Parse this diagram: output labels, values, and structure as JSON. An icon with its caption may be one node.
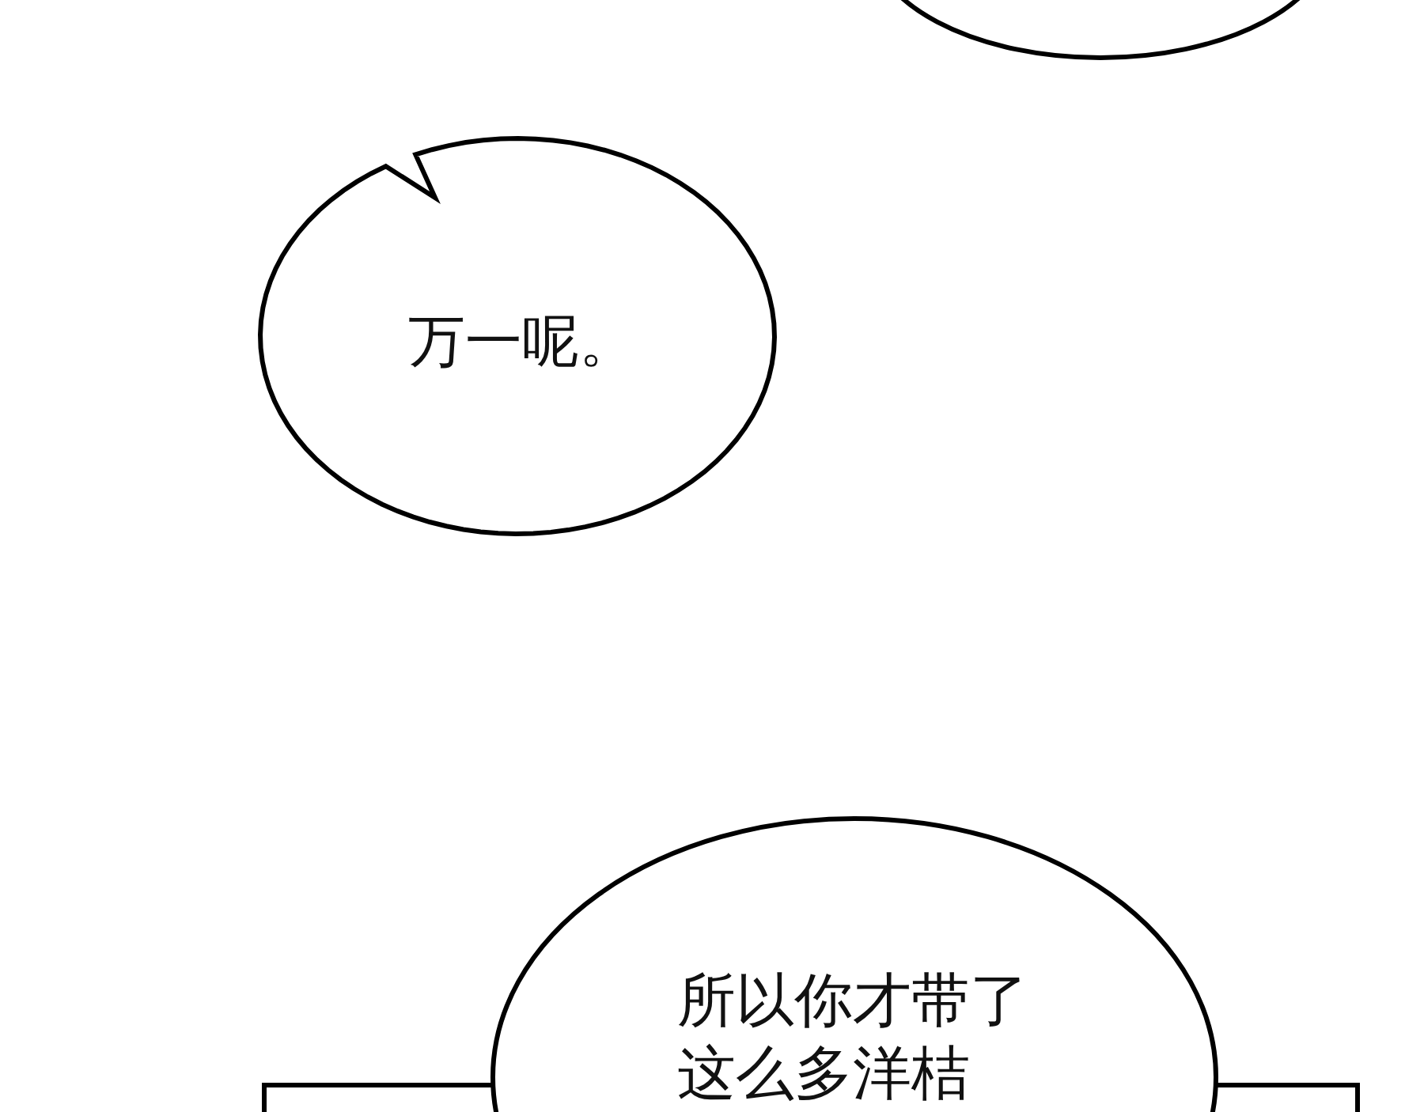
{
  "diagram": {
    "nodes": [
      {
        "text": [],
        "shape": "ellipse"
      },
      {
        "text": [
          "万一呢。"
        ]
      },
      {
        "text": [
          "所以你才带了这么多洋桔"
        ]
      }
    ]
  }
}
